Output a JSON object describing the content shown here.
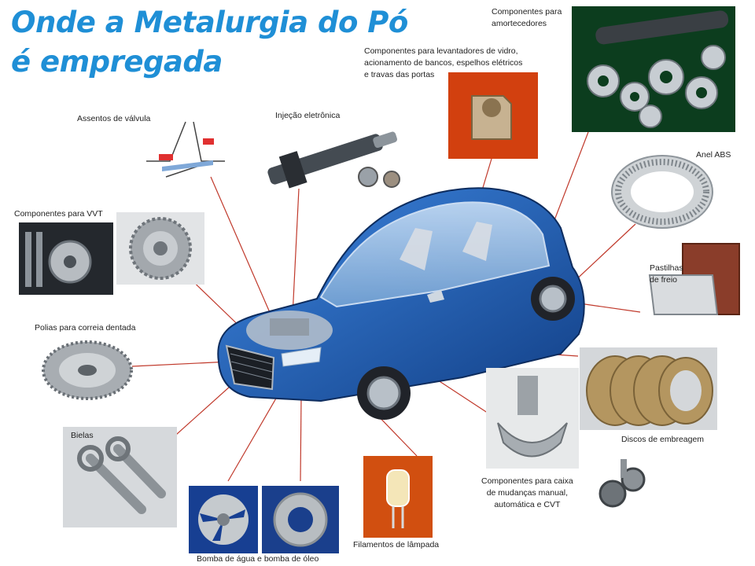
{
  "title": {
    "line1": "Onde a Metalurgia do Pó",
    "line2": "é empregada"
  },
  "colors": {
    "title": "#1f8fd6",
    "car_body": "#1f5fb8",
    "leader_line": "#c0392b",
    "label_text": "#222222"
  },
  "labels": {
    "amortecedores": {
      "line1": "Componentes para",
      "line2": "amortecedores"
    },
    "levantadores": {
      "line1": "Componentes para levantadores de vidro,",
      "line2": "acionamento de bancos, espelhos elétricos",
      "line3": "e travas das portas"
    },
    "assentos": "Assentos de válvula",
    "injecao": "Injeção eletrônica",
    "vvt": "Componentes para VVT",
    "anel_abs": "Anel ABS",
    "pastilhas": {
      "line1": "Pastilhas",
      "line2": "de freio"
    },
    "polias": "Polias para correia dentada",
    "bielas": "Bielas",
    "discos": "Discos de embreagem",
    "caixa": {
      "line1": "Componentes para caixa",
      "line2": "de mudanças manual,",
      "line3": "automática e CVT"
    },
    "filamentos": "Filamentos de lâmpada",
    "bomba": "Bomba de água e bomba de óleo"
  }
}
